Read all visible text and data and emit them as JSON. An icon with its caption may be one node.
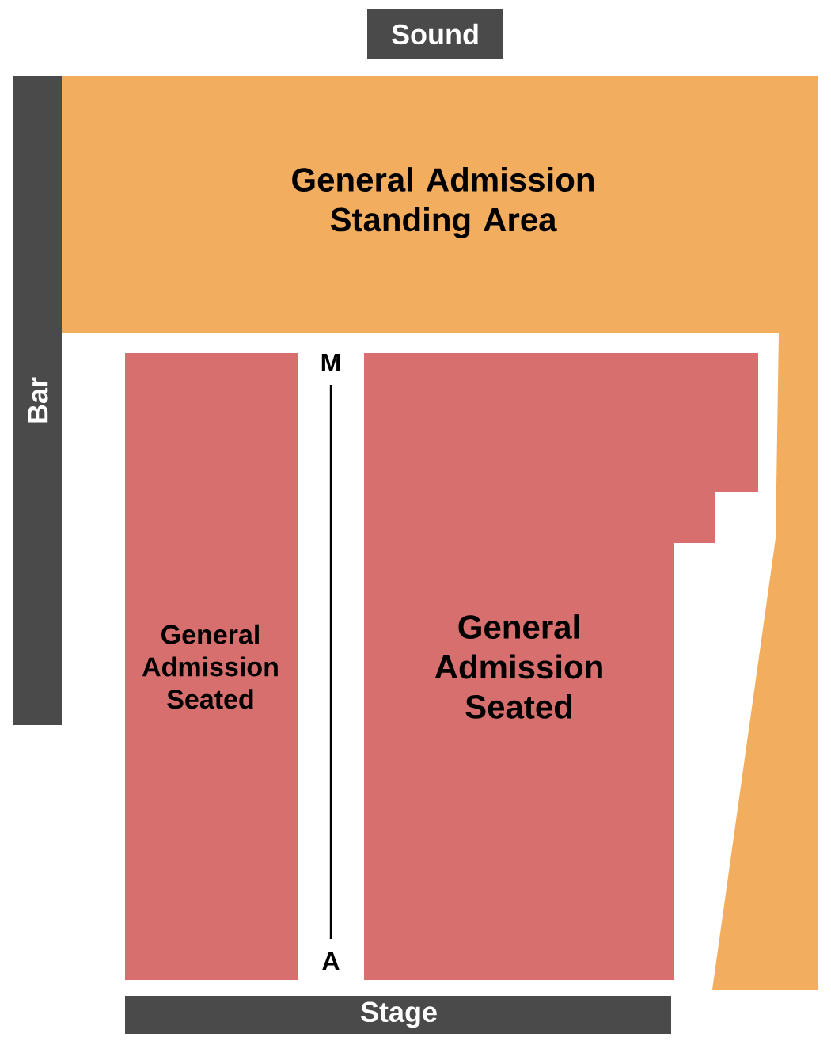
{
  "diagram": {
    "nodes": [
      {
        "text": [
          "Sound"
        ]
      },
      {
        "text": [
          "Bar"
        ]
      },
      {
        "text": [
          "General Admission Standing Area"
        ]
      },
      {
        "text": [
          "General Admission Seated"
        ]
      },
      {
        "text": [
          "General Admission Seated"
        ]
      },
      {
        "text": [
          "Stage"
        ]
      }
    ],
    "labels": [
      "M",
      "A"
    ]
  }
}
